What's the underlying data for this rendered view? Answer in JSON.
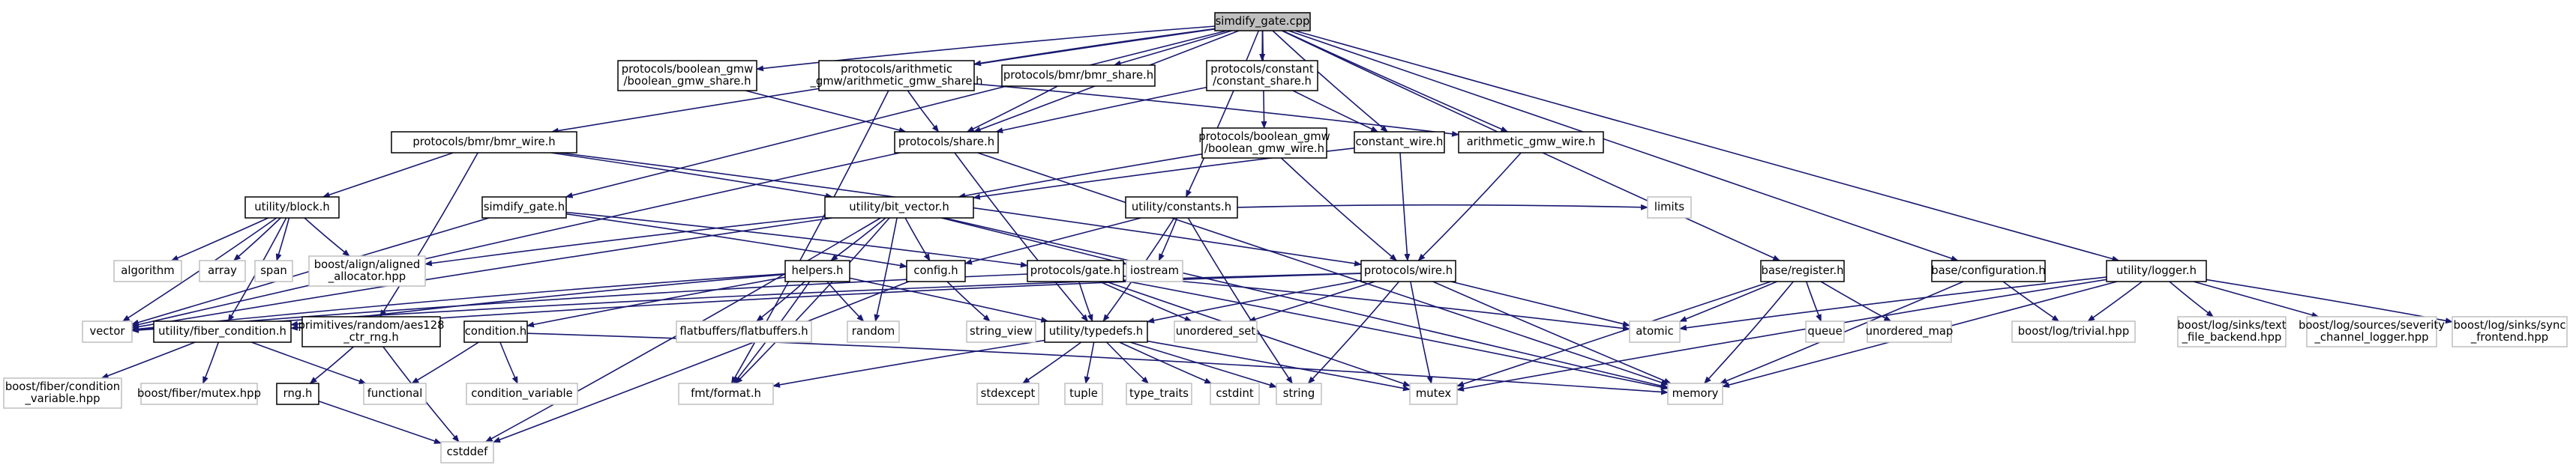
{
  "colors": {
    "edge": "#191970",
    "root_fill": "#bfbfbf",
    "local_border": "#000000",
    "external_border": "#bfbfbf",
    "text": "#000000"
  },
  "nodes": [
    {
      "id": "root",
      "lines": [
        "simdify_gate.cpp"
      ],
      "kind": "root"
    },
    {
      "id": "bgs",
      "lines": [
        "protocols/boolean_gmw",
        "/boolean_gmw_share.h"
      ],
      "kind": "local"
    },
    {
      "id": "ags",
      "lines": [
        "protocols/arithmetic",
        "_gmw/arithmetic_gmw_share.h"
      ],
      "kind": "local"
    },
    {
      "id": "bmrs",
      "lines": [
        "protocols/bmr/bmr_share.h"
      ],
      "kind": "local"
    },
    {
      "id": "cs",
      "lines": [
        "protocols/constant",
        "/constant_share.h"
      ],
      "kind": "local"
    },
    {
      "id": "share",
      "lines": [
        "protocols/share.h"
      ],
      "kind": "local"
    },
    {
      "id": "bmrw",
      "lines": [
        "protocols/bmr/bmr_wire.h"
      ],
      "kind": "local"
    },
    {
      "id": "bgw",
      "lines": [
        "protocols/boolean_gmw",
        "/boolean_gmw_wire.h"
      ],
      "kind": "local"
    },
    {
      "id": "cw",
      "lines": [
        "constant_wire.h"
      ],
      "kind": "local"
    },
    {
      "id": "agw",
      "lines": [
        "arithmetic_gmw_wire.h"
      ],
      "kind": "local"
    },
    {
      "id": "block",
      "lines": [
        "utility/block.h"
      ],
      "kind": "local"
    },
    {
      "id": "sgh",
      "lines": [
        "simdify_gate.h"
      ],
      "kind": "local"
    },
    {
      "id": "bv",
      "lines": [
        "utility/bit_vector.h"
      ],
      "kind": "local"
    },
    {
      "id": "consts",
      "lines": [
        "utility/constants.h"
      ],
      "kind": "local"
    },
    {
      "id": "alg",
      "lines": [
        "algorithm"
      ],
      "kind": "external"
    },
    {
      "id": "array",
      "lines": [
        "array"
      ],
      "kind": "external"
    },
    {
      "id": "span",
      "lines": [
        "span"
      ],
      "kind": "external"
    },
    {
      "id": "baa",
      "lines": [
        "boost/align/aligned",
        "_allocator.hpp"
      ],
      "kind": "external"
    },
    {
      "id": "helpers",
      "lines": [
        "helpers.h"
      ],
      "kind": "local"
    },
    {
      "id": "config",
      "lines": [
        "config.h"
      ],
      "kind": "local"
    },
    {
      "id": "gate",
      "lines": [
        "protocols/gate.h"
      ],
      "kind": "local"
    },
    {
      "id": "iostream",
      "lines": [
        "iostream"
      ],
      "kind": "external"
    },
    {
      "id": "limits",
      "lines": [
        "limits"
      ],
      "kind": "external"
    },
    {
      "id": "wire",
      "lines": [
        "protocols/wire.h"
      ],
      "kind": "local"
    },
    {
      "id": "reg",
      "lines": [
        "base/register.h"
      ],
      "kind": "local"
    },
    {
      "id": "bconf",
      "lines": [
        "base/configuration.h"
      ],
      "kind": "local"
    },
    {
      "id": "logger",
      "lines": [
        "utility/logger.h"
      ],
      "kind": "local"
    },
    {
      "id": "vector",
      "lines": [
        "vector"
      ],
      "kind": "external"
    },
    {
      "id": "fiber",
      "lines": [
        "utility/fiber_condition.h"
      ],
      "kind": "local"
    },
    {
      "id": "aes",
      "lines": [
        "primitives/random/aes128",
        "_ctr_rng.h"
      ],
      "kind": "local"
    },
    {
      "id": "cond",
      "lines": [
        "condition.h"
      ],
      "kind": "local"
    },
    {
      "id": "fb",
      "lines": [
        "flatbuffers/flatbuffers.h"
      ],
      "kind": "external"
    },
    {
      "id": "random",
      "lines": [
        "random"
      ],
      "kind": "external"
    },
    {
      "id": "sv",
      "lines": [
        "string_view"
      ],
      "kind": "external"
    },
    {
      "id": "typedefs",
      "lines": [
        "utility/typedefs.h"
      ],
      "kind": "local"
    },
    {
      "id": "uset",
      "lines": [
        "unordered_set"
      ],
      "kind": "external"
    },
    {
      "id": "atomic",
      "lines": [
        "atomic"
      ],
      "kind": "external"
    },
    {
      "id": "queue",
      "lines": [
        "queue"
      ],
      "kind": "external"
    },
    {
      "id": "umap",
      "lines": [
        "unordered_map"
      ],
      "kind": "external"
    },
    {
      "id": "trivial",
      "lines": [
        "boost/log/trivial.hpp"
      ],
      "kind": "external"
    },
    {
      "id": "tfb",
      "lines": [
        "boost/log/sinks/text",
        "_file_backend.hpp"
      ],
      "kind": "external"
    },
    {
      "id": "scl",
      "lines": [
        "boost/log/sources/severity",
        "_channel_logger.hpp"
      ],
      "kind": "external"
    },
    {
      "id": "sync",
      "lines": [
        "boost/log/sinks/sync",
        "_frontend.hpp"
      ],
      "kind": "external"
    },
    {
      "id": "bfcv",
      "lines": [
        "boost/fiber/condition",
        "_variable.hpp"
      ],
      "kind": "external"
    },
    {
      "id": "bfm",
      "lines": [
        "boost/fiber/mutex.hpp"
      ],
      "kind": "external"
    },
    {
      "id": "functional",
      "lines": [
        "functional"
      ],
      "kind": "external"
    },
    {
      "id": "rngh",
      "lines": [
        "rng.h"
      ],
      "kind": "local"
    },
    {
      "id": "condvar",
      "lines": [
        "condition_variable"
      ],
      "kind": "external"
    },
    {
      "id": "fmt",
      "lines": [
        "fmt/format.h"
      ],
      "kind": "external"
    },
    {
      "id": "stdexcept",
      "lines": [
        "stdexcept"
      ],
      "kind": "external"
    },
    {
      "id": "tuple",
      "lines": [
        "tuple"
      ],
      "kind": "external"
    },
    {
      "id": "tt",
      "lines": [
        "type_traits"
      ],
      "kind": "external"
    },
    {
      "id": "cstdint",
      "lines": [
        "cstdint"
      ],
      "kind": "external"
    },
    {
      "id": "string",
      "lines": [
        "string"
      ],
      "kind": "external"
    },
    {
      "id": "mutex",
      "lines": [
        "mutex"
      ],
      "kind": "external"
    },
    {
      "id": "memory",
      "lines": [
        "memory"
      ],
      "kind": "external"
    },
    {
      "id": "cstddef",
      "lines": [
        "cstddef"
      ],
      "kind": "external"
    }
  ],
  "edges": [
    [
      "root",
      "bgs"
    ],
    [
      "root",
      "ags"
    ],
    [
      "root",
      "bmrs"
    ],
    [
      "root",
      "cs"
    ],
    [
      "root",
      "share"
    ],
    [
      "root",
      "bmrw"
    ],
    [
      "root",
      "bgw"
    ],
    [
      "root",
      "cw"
    ],
    [
      "root",
      "agw"
    ],
    [
      "root",
      "sgh"
    ],
    [
      "root",
      "consts"
    ],
    [
      "root",
      "reg"
    ],
    [
      "root",
      "bconf"
    ],
    [
      "root",
      "logger"
    ],
    [
      "bgs",
      "share"
    ],
    [
      "ags",
      "share"
    ],
    [
      "ags",
      "agw"
    ],
    [
      "ags",
      "fmt"
    ],
    [
      "bmrs",
      "share"
    ],
    [
      "cs",
      "share"
    ],
    [
      "cs",
      "cw"
    ],
    [
      "share",
      "vector"
    ],
    [
      "share",
      "typedefs"
    ],
    [
      "share",
      "memory"
    ],
    [
      "bmrw",
      "block"
    ],
    [
      "bmrw",
      "bv"
    ],
    [
      "bmrw",
      "wire"
    ],
    [
      "bmrw",
      "aes"
    ],
    [
      "bgw",
      "bv"
    ],
    [
      "bgw",
      "wire"
    ],
    [
      "cw",
      "bv"
    ],
    [
      "cw",
      "wire"
    ],
    [
      "agw",
      "wire"
    ],
    [
      "block",
      "alg"
    ],
    [
      "block",
      "array"
    ],
    [
      "block",
      "span"
    ],
    [
      "block",
      "baa"
    ],
    [
      "block",
      "vector"
    ],
    [
      "block",
      "fiber"
    ],
    [
      "sgh",
      "vector"
    ],
    [
      "sgh",
      "config"
    ],
    [
      "sgh",
      "gate"
    ],
    [
      "bv",
      "baa"
    ],
    [
      "bv",
      "helpers"
    ],
    [
      "bv",
      "config"
    ],
    [
      "bv",
      "iostream"
    ],
    [
      "bv",
      "vector"
    ],
    [
      "bv",
      "random"
    ],
    [
      "bv",
      "fmt"
    ],
    [
      "bv",
      "cstddef"
    ],
    [
      "bv",
      "memory"
    ],
    [
      "consts",
      "config"
    ],
    [
      "consts",
      "iostream"
    ],
    [
      "consts",
      "limits"
    ],
    [
      "consts",
      "typedefs"
    ],
    [
      "consts",
      "string"
    ],
    [
      "helpers",
      "vector"
    ],
    [
      "helpers",
      "fb"
    ],
    [
      "helpers",
      "random"
    ],
    [
      "helpers",
      "typedefs"
    ],
    [
      "helpers",
      "fmt"
    ],
    [
      "helpers",
      "fiber"
    ],
    [
      "helpers",
      "cond"
    ],
    [
      "config",
      "sv"
    ],
    [
      "config",
      "cstddef"
    ],
    [
      "gate",
      "vector"
    ],
    [
      "gate",
      "typedefs"
    ],
    [
      "gate",
      "uset"
    ],
    [
      "gate",
      "atomic"
    ],
    [
      "gate",
      "mutex"
    ],
    [
      "gate",
      "memory"
    ],
    [
      "wire",
      "vector"
    ],
    [
      "wire",
      "typedefs"
    ],
    [
      "wire",
      "uset"
    ],
    [
      "wire",
      "atomic"
    ],
    [
      "wire",
      "string"
    ],
    [
      "wire",
      "mutex"
    ],
    [
      "wire",
      "memory"
    ],
    [
      "wire",
      "fiber"
    ],
    [
      "reg",
      "atomic"
    ],
    [
      "reg",
      "queue"
    ],
    [
      "reg",
      "umap"
    ],
    [
      "reg",
      "mutex"
    ],
    [
      "reg",
      "memory"
    ],
    [
      "bconf",
      "trivial"
    ],
    [
      "bconf",
      "memory"
    ],
    [
      "logger",
      "trivial"
    ],
    [
      "logger",
      "tfb"
    ],
    [
      "logger",
      "scl"
    ],
    [
      "logger",
      "sync"
    ],
    [
      "logger",
      "atomic"
    ],
    [
      "logger",
      "mutex"
    ],
    [
      "logger",
      "memory"
    ],
    [
      "fiber",
      "bfcv"
    ],
    [
      "fiber",
      "bfm"
    ],
    [
      "fiber",
      "functional"
    ],
    [
      "aes",
      "rngh"
    ],
    [
      "aes",
      "cstddef"
    ],
    [
      "cond",
      "functional"
    ],
    [
      "cond",
      "condvar"
    ],
    [
      "cond",
      "memory"
    ],
    [
      "rngh",
      "cstddef"
    ],
    [
      "typedefs",
      "fmt"
    ],
    [
      "typedefs",
      "stdexcept"
    ],
    [
      "typedefs",
      "tuple"
    ],
    [
      "typedefs",
      "tt"
    ],
    [
      "typedefs",
      "cstdint"
    ],
    [
      "typedefs",
      "string"
    ],
    [
      "typedefs",
      "mutex"
    ]
  ]
}
